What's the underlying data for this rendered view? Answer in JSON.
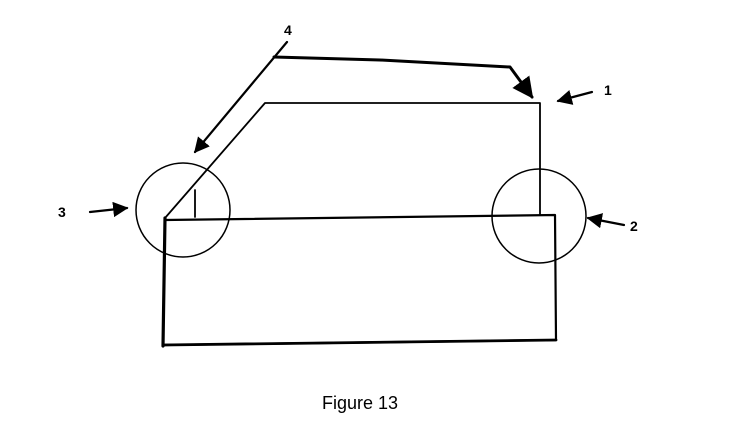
{
  "diagram": {
    "labels": {
      "one": "1",
      "two": "2",
      "three": "3",
      "four": "4"
    },
    "caption": "Figure 13"
  },
  "colors": {
    "ink": "#000000",
    "background": "#ffffff"
  }
}
